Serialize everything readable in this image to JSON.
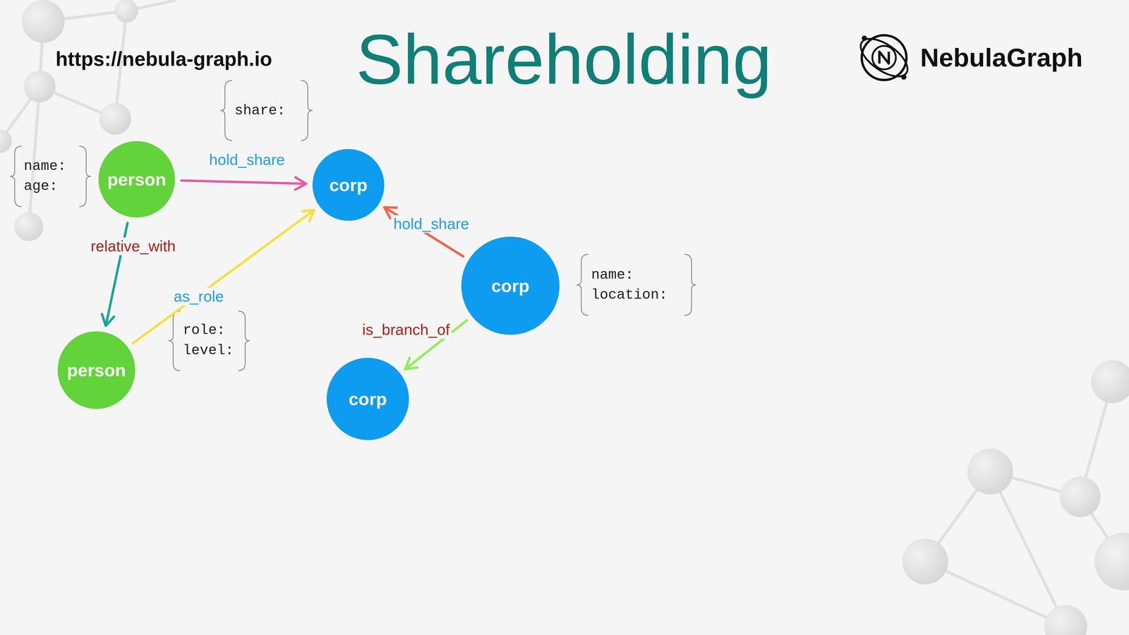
{
  "diagram": {
    "title": "Shareholding",
    "nodes": [
      {
        "text": [
          "person"
        ]
      },
      {
        "text": [
          "corp"
        ]
      },
      {
        "text": [
          "corp"
        ]
      },
      {
        "text": [
          "person"
        ]
      },
      {
        "text": [
          "corp"
        ]
      }
    ],
    "edges": [
      {
        "from": 0,
        "to": 1,
        "arrow": "to",
        "label": "hold_share"
      },
      {
        "from": 2,
        "to": 1,
        "arrow": "to",
        "label": "hold_share"
      },
      {
        "from": 0,
        "to": 3,
        "arrow": "to",
        "label": "relative_with"
      },
      {
        "from": 3,
        "to": 1,
        "arrow": "to",
        "label": "as_role"
      },
      {
        "from": 2,
        "to": 4,
        "arrow": "to",
        "label": "is_branch_of"
      }
    ],
    "labels": [
      "https://nebula-graph.io",
      "NebulaGraph",
      "share:",
      "name:",
      "age:",
      "role:",
      "level:",
      "name:",
      "location:"
    ]
  }
}
